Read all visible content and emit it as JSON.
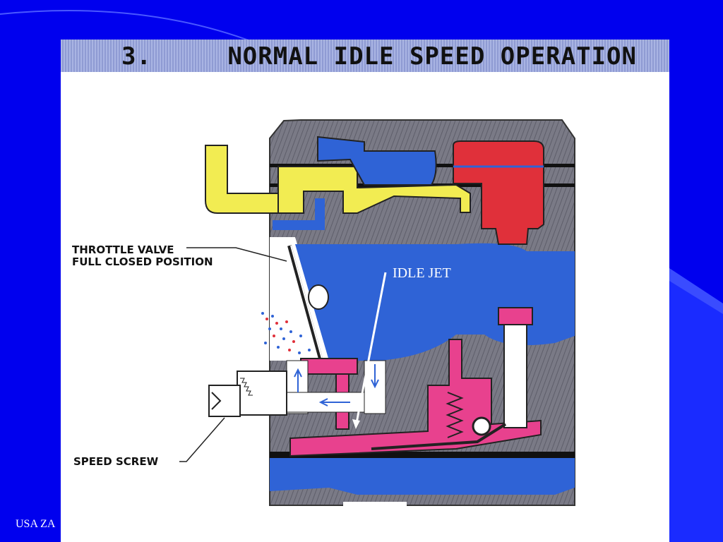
{
  "title": {
    "number": "3.",
    "text": "NORMAL IDLE SPEED OPERATION"
  },
  "labels": {
    "throttle_line1": "THROTTLE VALVE",
    "throttle_line2": "FULL CLOSED POSITION",
    "speed_screw": "SPEED SCREW",
    "idle_jet": "IDLE JET"
  },
  "footer": "USA ZA",
  "colors": {
    "slide_background": "#0000ee",
    "body_gray": "#7a7a86",
    "fuel_blue": "#2f63d6",
    "diaphragm_pink": "#e8418e",
    "fuel_pump_yellow": "#f2ec52",
    "primer_red": "#e0303a"
  }
}
